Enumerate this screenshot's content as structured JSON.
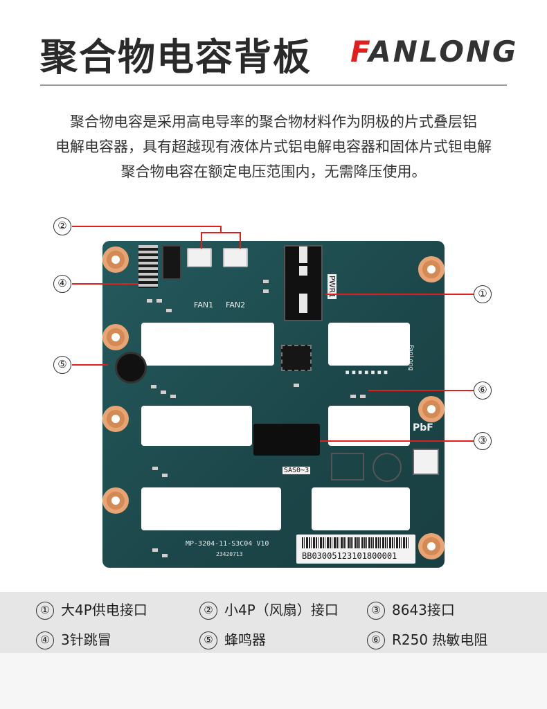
{
  "header": {
    "title": "聚合物电容背板",
    "brand": "FANLONG"
  },
  "description": {
    "lines": [
      "聚合物电容是采用高电导率的聚合物材料作为阴极的片式叠层铝",
      "电解电容器，具有超越现有液体片式铝电解电容器和固体片式钽电解",
      "聚合物电容在额定电压范围内，无需降压使用。"
    ]
  },
  "board": {
    "silk": {
      "fan1": "FAN1",
      "fan2": "FAN2",
      "pwr": "PWR1",
      "sas": "SAS0~3",
      "model": "MP-3204-11-S3C04 V10",
      "date": "23420713",
      "serial": "BB03005123101800001",
      "brand": "FanLong",
      "pbf": "PbF"
    }
  },
  "callouts": [
    "①",
    "②",
    "③",
    "④",
    "⑤",
    "⑥"
  ],
  "legend": [
    {
      "num": "①",
      "label": "大4P供电接口"
    },
    {
      "num": "②",
      "label": "小4P（风扇）接口"
    },
    {
      "num": "③",
      "label": "8643接口"
    },
    {
      "num": "④",
      "label": "3针跳冒"
    },
    {
      "num": "⑤",
      "label": "蜂鸣器"
    },
    {
      "num": "⑥",
      "label": "R250 热敏电阻"
    }
  ],
  "colors": {
    "pcb": "#1f4d50",
    "accent": "#e11e1e",
    "legend_bg": "#e6e6e6"
  }
}
